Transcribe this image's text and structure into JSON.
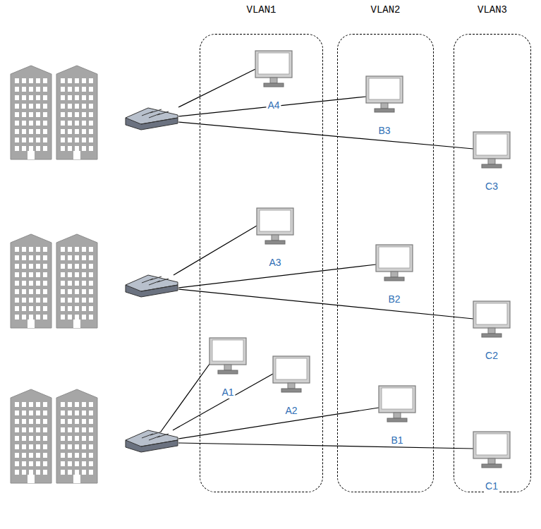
{
  "diagram": {
    "nodes": [
      {
        "text": [
          "VLAN1"
        ]
      },
      {
        "text": [
          "VLAN2"
        ]
      },
      {
        "text": [
          "VLAN3"
        ]
      },
      {
        "text": [
          "A4"
        ],
        "in": 0
      },
      {
        "text": [
          "B3"
        ],
        "in": 1
      },
      {
        "text": [
          "C3"
        ],
        "in": 2
      },
      {
        "text": [
          "A3"
        ],
        "in": 0
      },
      {
        "text": [
          "B2"
        ],
        "in": 1
      },
      {
        "text": [
          "C2"
        ],
        "in": 2
      },
      {
        "text": [
          "A1"
        ],
        "in": 0
      },
      {
        "text": [
          "A2"
        ],
        "in": 0
      },
      {
        "text": [
          "B1"
        ],
        "in": 1
      },
      {
        "text": [
          "C1"
        ],
        "in": 2
      }
    ]
  }
}
